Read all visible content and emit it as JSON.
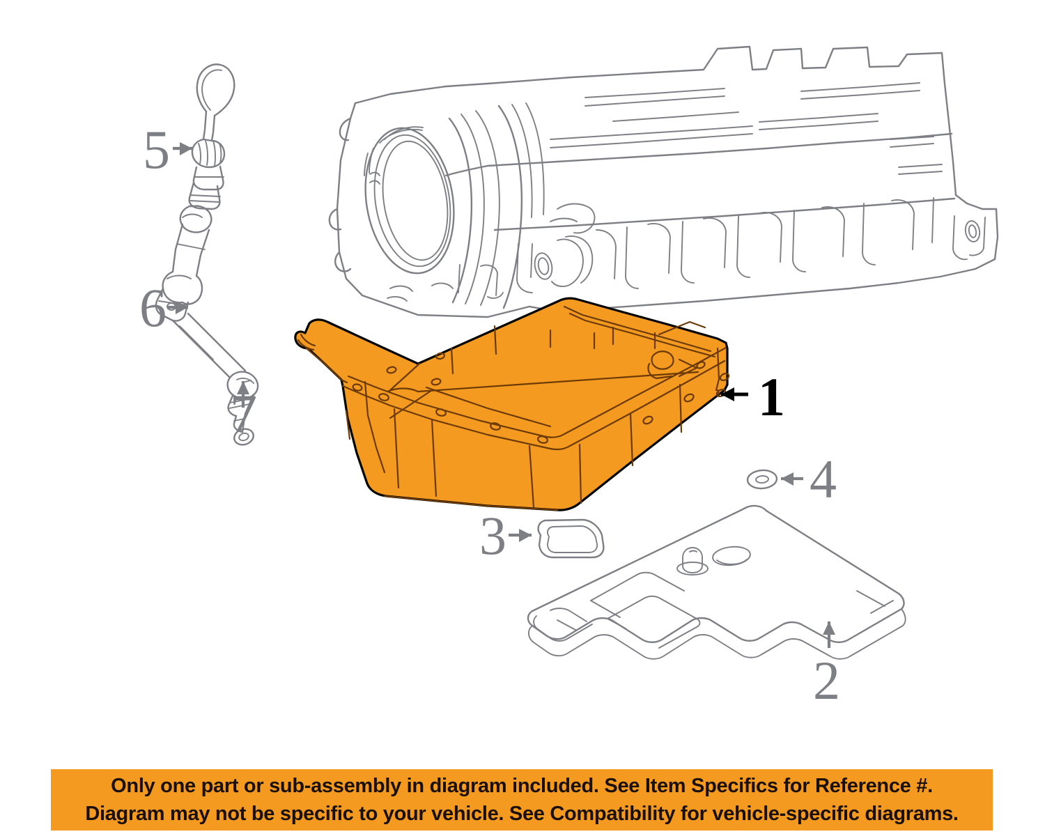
{
  "diagram": {
    "title": "Transmission Oil Pan Parts Diagram",
    "colors": {
      "highlight_orange": "#F59A20",
      "line_gray": "#7d7f84",
      "outline_black": "#000000",
      "banner_orange": "#F59A20",
      "banner_text": "#1A1008",
      "page_background": "#FFFFFF"
    },
    "callouts": [
      {
        "number": "1",
        "part": "transmission-oil-pan",
        "style": "highlighted",
        "color": "#000000",
        "arrow": "left"
      },
      {
        "number": "2",
        "part": "transmission-filter",
        "style": "outline",
        "color": "#7d7f84",
        "arrow": "up"
      },
      {
        "number": "3",
        "part": "filter-gasket-seal",
        "style": "outline",
        "color": "#7d7f84",
        "arrow": "right"
      },
      {
        "number": "4",
        "part": "o-ring-washer",
        "style": "outline",
        "color": "#7d7f84",
        "arrow": "left"
      },
      {
        "number": "5",
        "part": "dipstick-handle",
        "style": "outline",
        "color": "#7d7f84",
        "arrow": "right"
      },
      {
        "number": "6",
        "part": "dipstick-filler-tube",
        "style": "outline",
        "color": "#7d7f84",
        "arrow": "right"
      },
      {
        "number": "7",
        "part": "tube-o-ring",
        "style": "outline",
        "color": "#7d7f84",
        "arrow": "up"
      }
    ],
    "parts": {
      "transmission_case": {
        "label": "transmission-case",
        "highlighted": false
      },
      "oil_pan": {
        "label": "oil-pan",
        "highlighted": true
      },
      "filter": {
        "label": "transmission-filter",
        "highlighted": false
      },
      "gasket": {
        "label": "filter-gasket",
        "highlighted": false
      },
      "o_ring": {
        "label": "o-ring",
        "highlighted": false
      },
      "dipstick": {
        "label": "dipstick",
        "highlighted": false
      },
      "filler_tube": {
        "label": "filler-tube",
        "highlighted": false
      },
      "tube_seal": {
        "label": "tube-seal",
        "highlighted": false
      }
    }
  },
  "notice": {
    "line1": "Only one part or sub-assembly in diagram included. See Item Specifics for Reference #.",
    "line2": "Diagram may not be specific to your vehicle. See Compatibility for vehicle-specific diagrams."
  }
}
